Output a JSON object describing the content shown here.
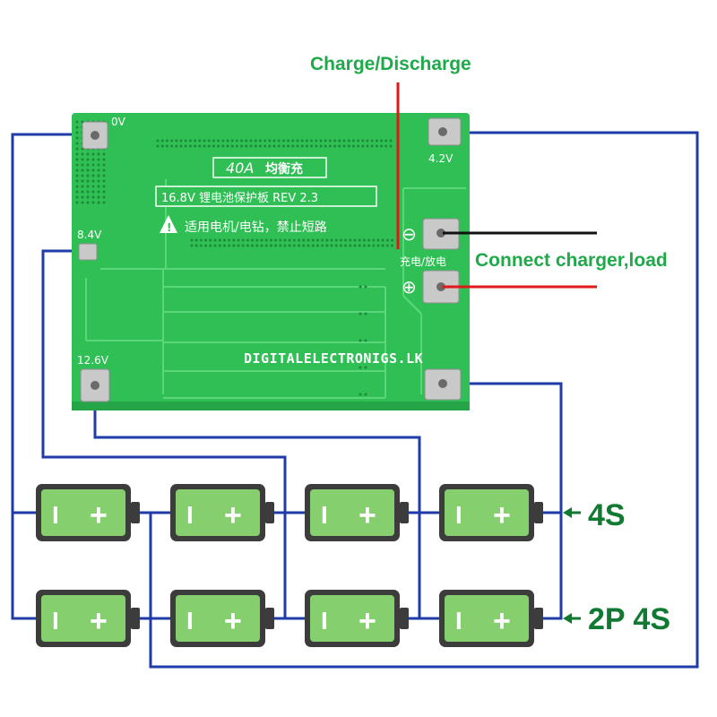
{
  "labels": {
    "charge_discharge": "Charge/Discharge",
    "connect_charger_load": "Connect charger,load",
    "config_4s": "4S",
    "config_2p4s": "2P 4S"
  },
  "board": {
    "rating_box": "40A",
    "rating_cn": "均衡充",
    "title_line": "16.8V 锂电池保护板 REV 2.3",
    "warning_line": "适用电机/电钻，禁止短路",
    "charge_discharge_cn": "充电/放电",
    "watermark": "DIGITALELECTRONIGS.LK",
    "pad_0v": "0V",
    "pad_4v2": "4.2V",
    "pad_8v4": "8.4V",
    "pad_12v6": "12.6V",
    "minus_symbol": "⊖",
    "plus_symbol": "⊕"
  },
  "battery": {
    "neg_glyph": "I",
    "pos_glyph": "+"
  },
  "colors": {
    "pcb": "#2fbf55",
    "wire_blue": "#1f3ba8",
    "wire_red": "#e01818",
    "wire_black": "#111111",
    "battery_fill": "#86cf6e",
    "battery_shell": "#3c3c3c",
    "label_green": "#1faa4a",
    "label_dark": "#107a32"
  }
}
